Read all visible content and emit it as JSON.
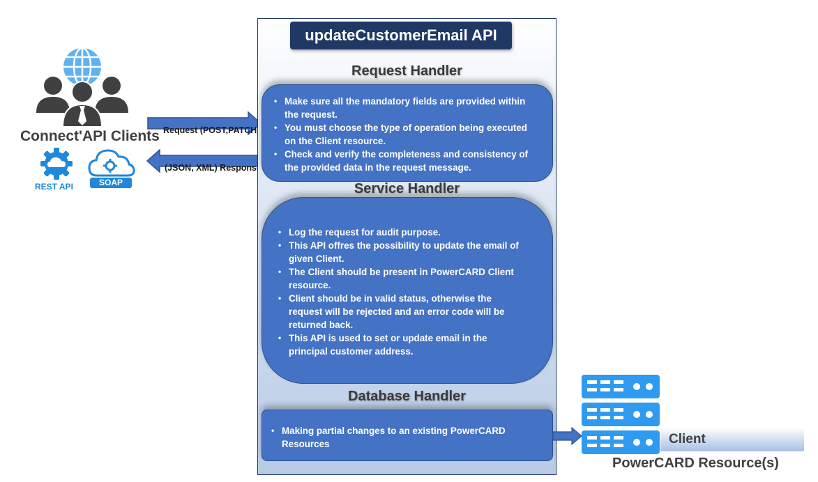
{
  "api": {
    "title": "updateCustomerEmail API"
  },
  "request_handler": {
    "title": "Request Handler",
    "items": [
      "Make sure all the mandatory fields are provided within the request.",
      "You must choose the type of operation being executed on the Client resource.",
      "Check and verify the completeness and consistency of the provided data in the request message."
    ]
  },
  "service_handler": {
    "title": "Service Handler",
    "items": [
      "Log the request for audit purpose.",
      "This API offres the possibility to update the email of given Client.",
      "The Client should be present in PowerCARD Client resource.",
      "Client should be in valid status, otherwise the request will be rejected and an error code will be returned back.",
      "This API is used to set or update email in the principal customer address."
    ]
  },
  "database_handler": {
    "title": "Database Handler",
    "items": [
      "Making partial changes to an existing PowerCARD Resources"
    ]
  },
  "clients": {
    "title": "Connect'API Clients",
    "rest_label": "REST API",
    "soap_label": "SOAP"
  },
  "arrows": {
    "request_label": "Request (POST,PATCH)",
    "response_label": "(JSON, XML) Response"
  },
  "resources": {
    "client_label": "Client",
    "title": "PowerCARD Resource(s)"
  },
  "colors": {
    "navy": "#1f3864",
    "box_blue": "#4472c4",
    "icon_blue": "#2e9bf0",
    "person_gray": "#404040"
  }
}
